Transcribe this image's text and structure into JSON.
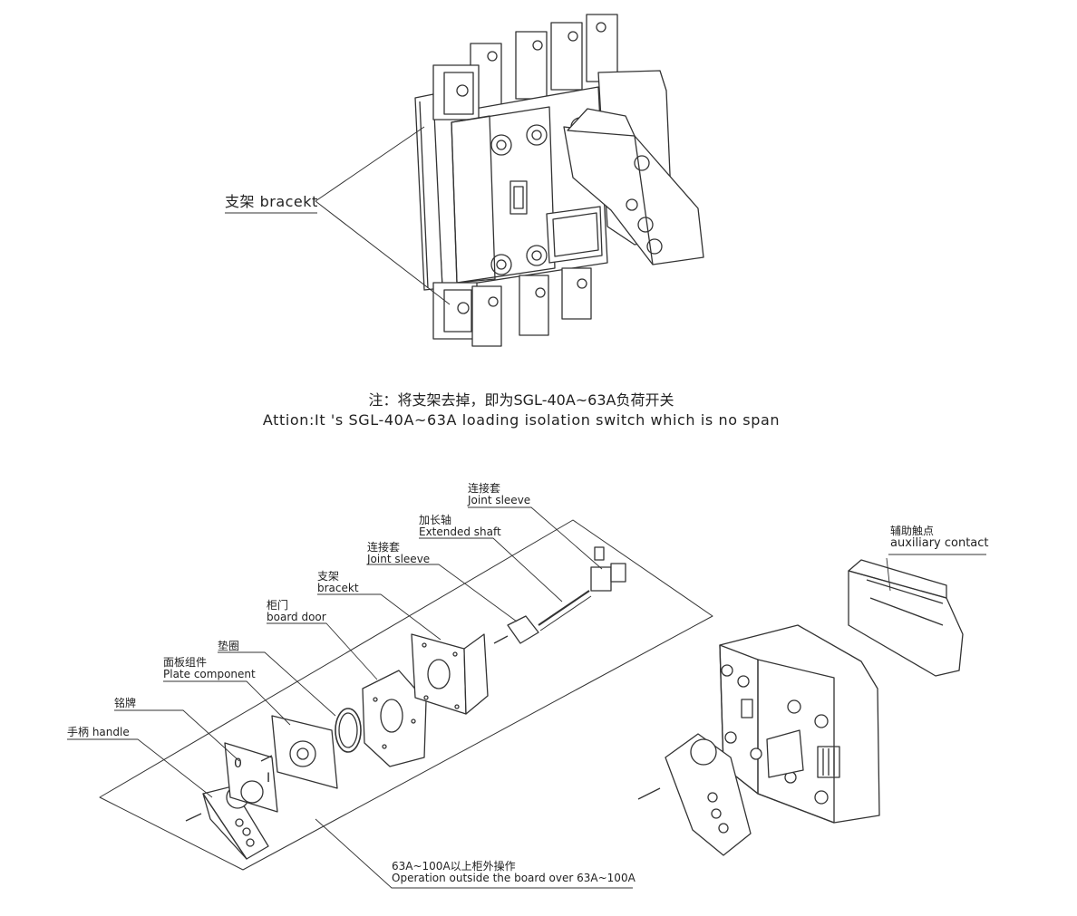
{
  "top": {
    "bracket_label": "支架 bracekt",
    "note_cn": "注：将支架去掉，即为SGL-40A~63A负荷开关",
    "note_en": "Attion:It 's SGL-40A~63A loading isolation switch which is no span"
  },
  "exploded": {
    "joint_sleeve_top": {
      "cn": "连接套",
      "en": "Joint sleeve"
    },
    "extended_shaft": {
      "cn": "加长轴",
      "en": "Extended shaft"
    },
    "joint_sleeve": {
      "cn": "连接套",
      "en": "Joint sleeve"
    },
    "bracket": {
      "cn": "支架",
      "en": "bracekt"
    },
    "board_door": {
      "cn": "柜门",
      "en": "board door"
    },
    "gasket": {
      "cn": "垫圈",
      "en": ""
    },
    "plate_component": {
      "cn": "面板组件",
      "en": "Plate component"
    },
    "nameplate": {
      "cn": "铭牌",
      "en": ""
    },
    "handle": {
      "cn": "手柄 handle",
      "en": ""
    },
    "operation": {
      "cn": "63A~100A以上柜外操作",
      "en": "Operation outside the board over 63A~100A"
    },
    "dial_off": "0",
    "dial_on": "I"
  },
  "right": {
    "aux_contact": {
      "cn": "辅助触点",
      "en": "auxiliary contact"
    }
  }
}
